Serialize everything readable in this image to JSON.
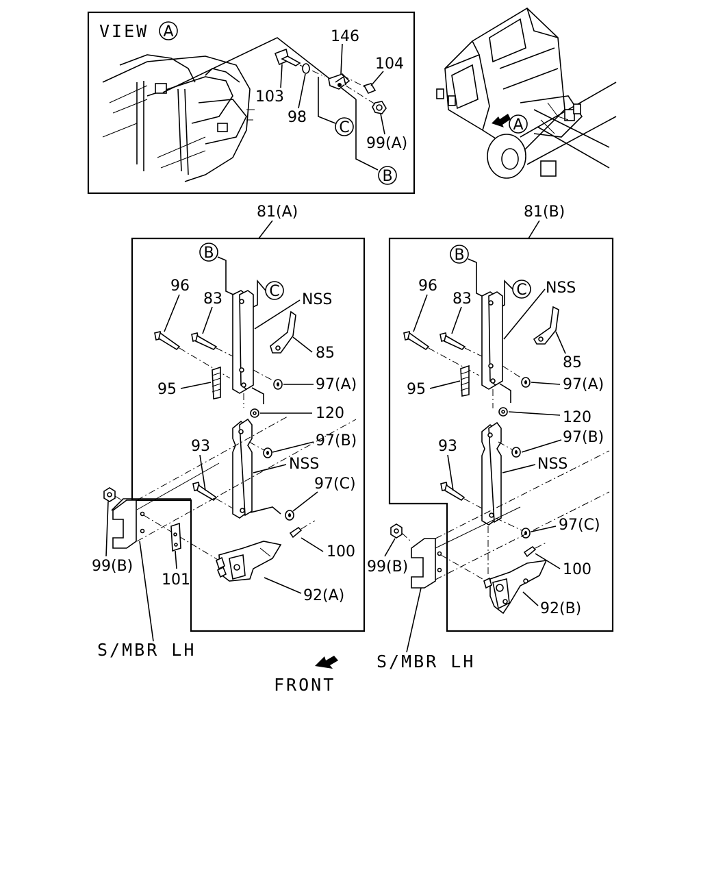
{
  "view_box": {
    "title": "VIEW",
    "title_marker": "A",
    "callouts": {
      "p146": "146",
      "p104": "104",
      "p103": "103",
      "p98": "98",
      "p99a": "99(A)",
      "marker_c": "C",
      "marker_b": "B"
    }
  },
  "truck_view": {
    "marker": "A"
  },
  "assembly_a": {
    "title": "81(A)",
    "labels": {
      "marker_b": "B",
      "marker_c": "C",
      "p96": "96",
      "p83": "83",
      "nss_top": "NSS",
      "p85": "85",
      "p97a": "97(A)",
      "p95": "95",
      "p120": "120",
      "p97b": "97(B)",
      "p93": "93",
      "nss_mid": "NSS",
      "p97c": "97(C)",
      "p99b": "99(B)",
      "p100": "100",
      "p101": "101",
      "p92a": "92(A)",
      "smbr": "S/MBR LH"
    }
  },
  "assembly_b": {
    "title": "81(B)",
    "labels": {
      "marker_b": "B",
      "marker_c": "C",
      "p96": "96",
      "p83": "83",
      "nss_top": "NSS",
      "p85": "85",
      "p97a": "97(A)",
      "p95": "95",
      "p120": "120",
      "p97b": "97(B)",
      "p93": "93",
      "nss_mid": "NSS",
      "p97c": "97(C)",
      "p99b": "99(B)",
      "p100": "100",
      "p92b": "92(B)",
      "smbr": "S/MBR LH"
    }
  },
  "front_label": "FRONT",
  "icons": [
    "front-arrow-icon",
    "view-direction-arrow-icon"
  ]
}
